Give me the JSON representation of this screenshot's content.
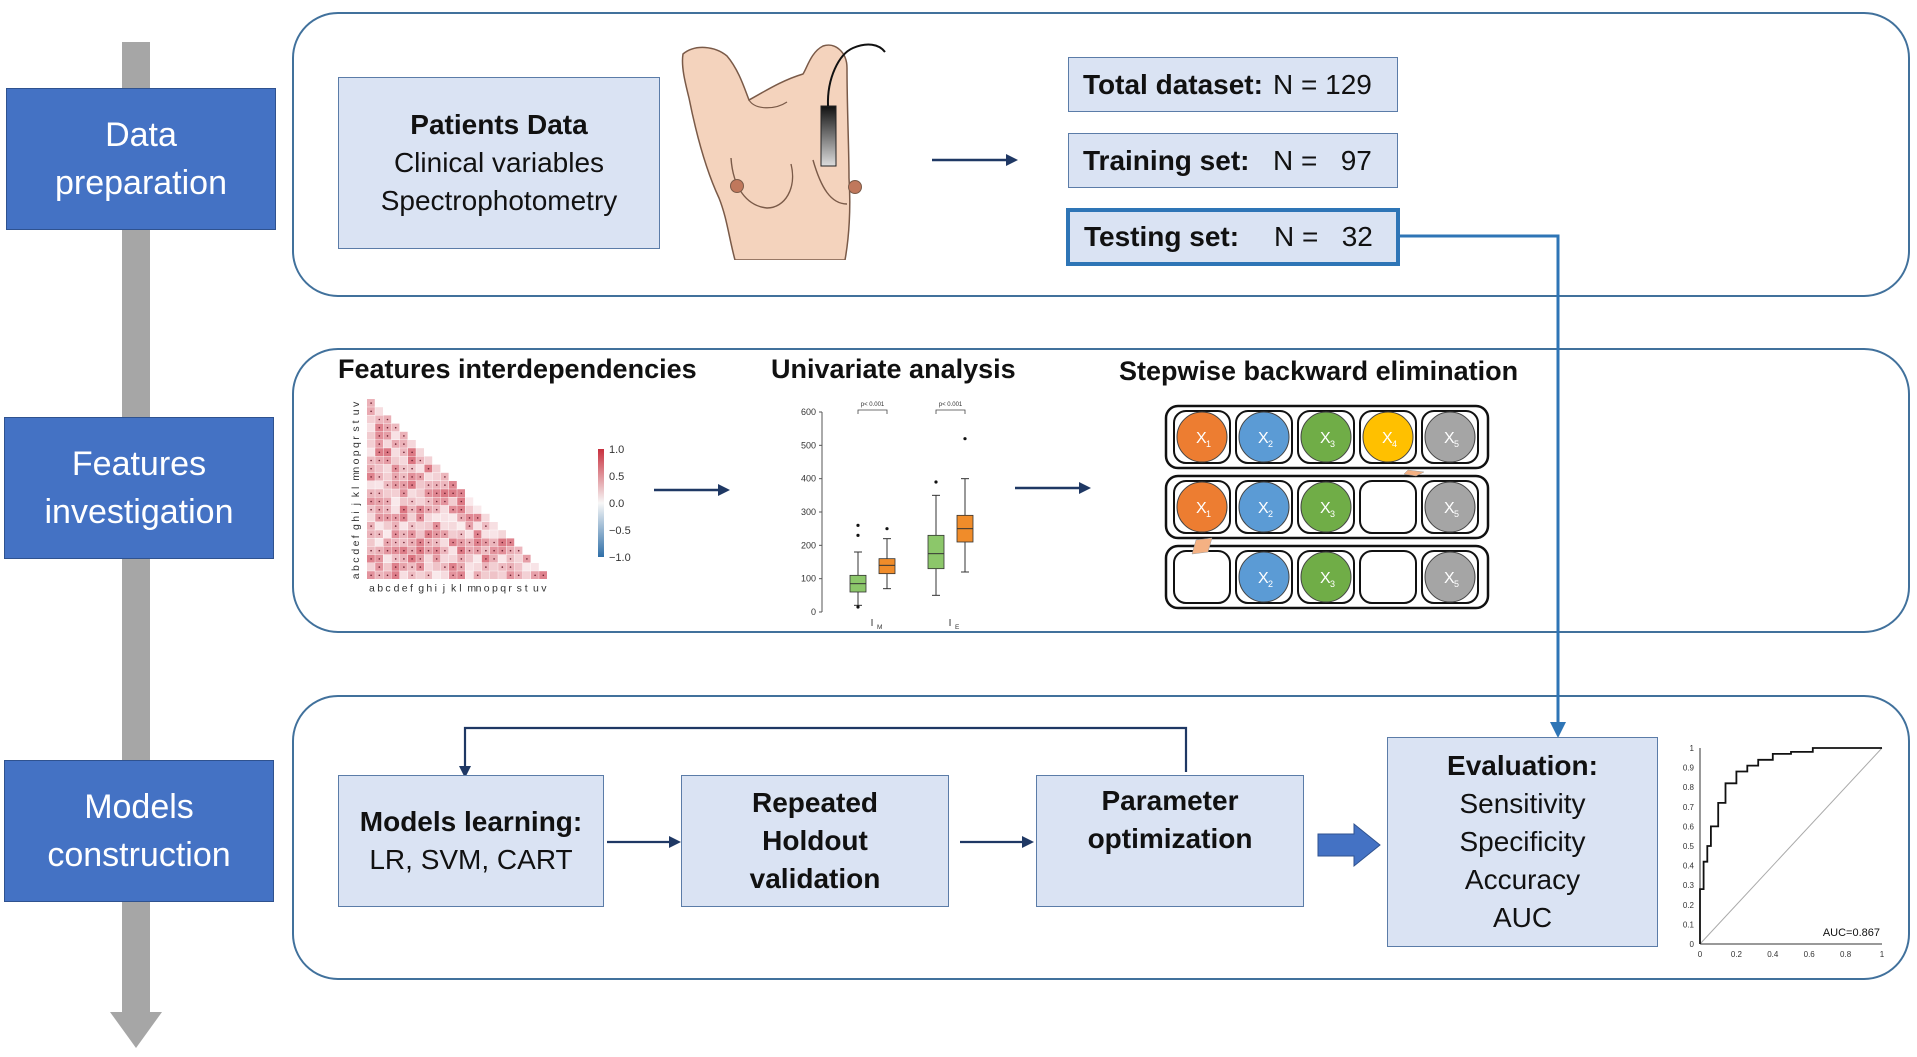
{
  "stages": [
    {
      "label": "Data\npreparation"
    },
    {
      "label": "Features\ninvestigation"
    },
    {
      "label": "Models\nconstruction"
    }
  ],
  "patients": {
    "title": "Patients Data",
    "line1": "Clinical variables",
    "line2": "Spectrophotometry"
  },
  "datasets": [
    {
      "label": "Total dataset:",
      "value": "N = 129"
    },
    {
      "label": "Training set:",
      "value": "N =   97"
    },
    {
      "label": "Testing set:",
      "value": "N =   32"
    }
  ],
  "features": {
    "title1": "Features interdependencies",
    "title2": "Univariate analysis",
    "title3": "Stepwise backward elimination",
    "heatmap_letters": "abcdefghijklmnopqrstuv",
    "heatmap_legend": [
      "1.0",
      "0.5",
      "0.0",
      "−0.5",
      "−1.0"
    ],
    "box_yticks": [
      "600",
      "500",
      "400",
      "300",
      "200",
      "100",
      "0"
    ],
    "box_sig": [
      "p< 0.001",
      "p< 0.001"
    ],
    "box_xlabels": [
      "I",
      "I"
    ],
    "box_xsubs": [
      "M",
      "E"
    ],
    "stepwise_rows": [
      [
        "X1",
        "X2",
        "X3",
        "X4",
        "X5"
      ],
      [
        "X1",
        "X2",
        "X3",
        "",
        "X5"
      ],
      [
        "",
        "X2",
        "X3",
        "",
        "X5"
      ]
    ],
    "stepwise_subs": [
      "1",
      "2",
      "3",
      "4",
      "5"
    ],
    "stepwise_colors": [
      "#ed7d31",
      "#5b9bd5",
      "#70ad47",
      "#ffc000",
      "#a5a5a5"
    ]
  },
  "models": {
    "learning_title": "Models learning:",
    "learning_sub": "LR, SVM, CART",
    "holdout": [
      "Repeated",
      "Holdout",
      "validation"
    ],
    "param": [
      "Parameter",
      "optimization"
    ],
    "eval_title": "Evaluation:",
    "eval_items": [
      "Sensitivity",
      "Specificity",
      "Accuracy",
      "AUC"
    ]
  },
  "roc": {
    "auc_label": "AUC=0.867",
    "yticks": [
      "1",
      "0.9",
      "0.8",
      "0.7",
      "0.6",
      "0.5",
      "0.4",
      "0.3",
      "0.2",
      "0.1",
      "0"
    ],
    "xticks": [
      "0",
      "0.2",
      "0.4",
      "0.6",
      "0.8",
      "1"
    ]
  },
  "chart_data": {
    "type": "line",
    "x": [
      0,
      0,
      0.02,
      0.02,
      0.04,
      0.04,
      0.06,
      0.06,
      0.1,
      0.1,
      0.14,
      0.14,
      0.2,
      0.2,
      0.26,
      0.26,
      0.32,
      0.32,
      0.4,
      0.4,
      0.5,
      0.5,
      0.62,
      0.62,
      0.72,
      0.72,
      1.0
    ],
    "y": [
      0,
      0.28,
      0.28,
      0.42,
      0.42,
      0.5,
      0.5,
      0.6,
      0.6,
      0.72,
      0.72,
      0.82,
      0.82,
      0.88,
      0.88,
      0.91,
      0.91,
      0.94,
      0.94,
      0.97,
      0.97,
      0.98,
      0.98,
      1.0,
      1.0,
      1.0,
      1.0
    ],
    "xlim": [
      0,
      1
    ],
    "ylim": [
      0,
      1
    ],
    "annotation": "AUC=0.867"
  }
}
